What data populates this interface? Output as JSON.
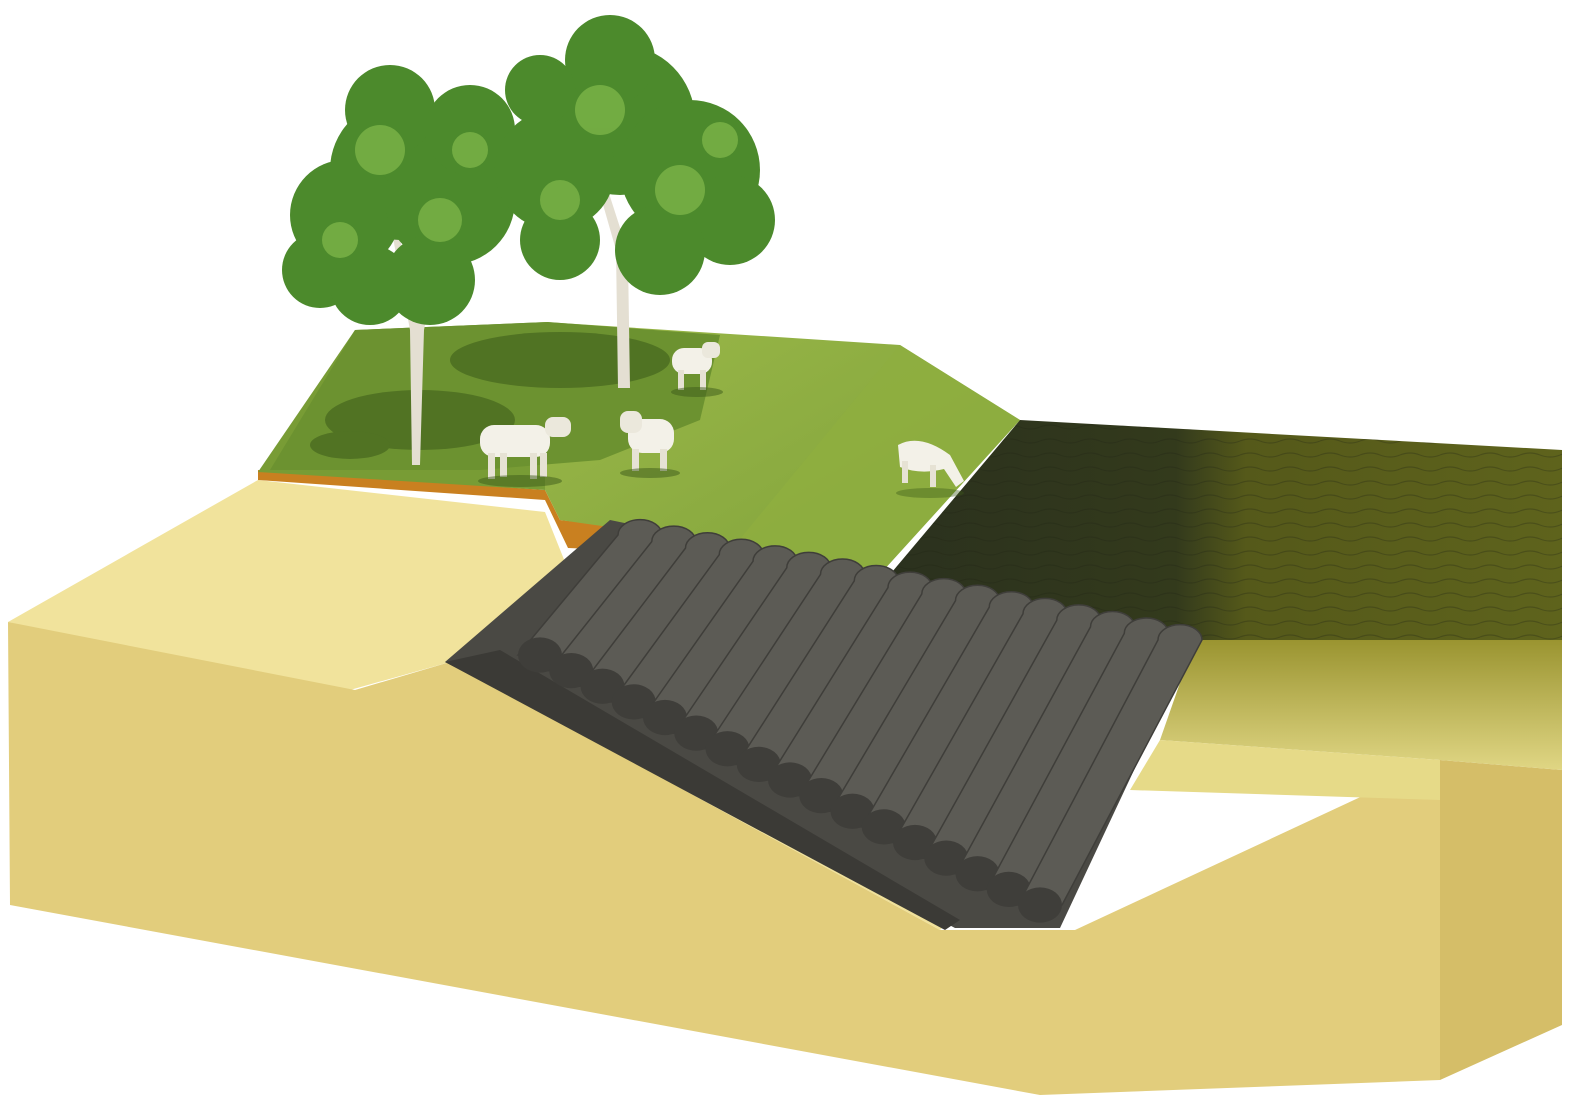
{
  "scene": {
    "subject": "dike-cross-section",
    "colors": {
      "background": "#ffffff",
      "sand_front": "#e3cf7e",
      "sand_top": "#f0e19a",
      "sand_right": "#d8c26c",
      "grass": "#7fa43a",
      "grass_dark": "#5f8a28",
      "clay": "#c9821c",
      "tubes": "#5c5b55",
      "tubes_shadow": "#3f3e3a",
      "water_near": "#2e3520",
      "water_far": "#5a5f1a",
      "underwater": "#c8c060",
      "tree_leaf": "#4f8a2e",
      "tree_trunk": "#e6e2d6",
      "cow": "#f4f2ea"
    },
    "elements": {
      "trees": 2,
      "cows": 4,
      "geotubes": 17
    },
    "icons": [
      "tree-icon",
      "cow-icon",
      "geotube-icon",
      "water-icon"
    ]
  }
}
